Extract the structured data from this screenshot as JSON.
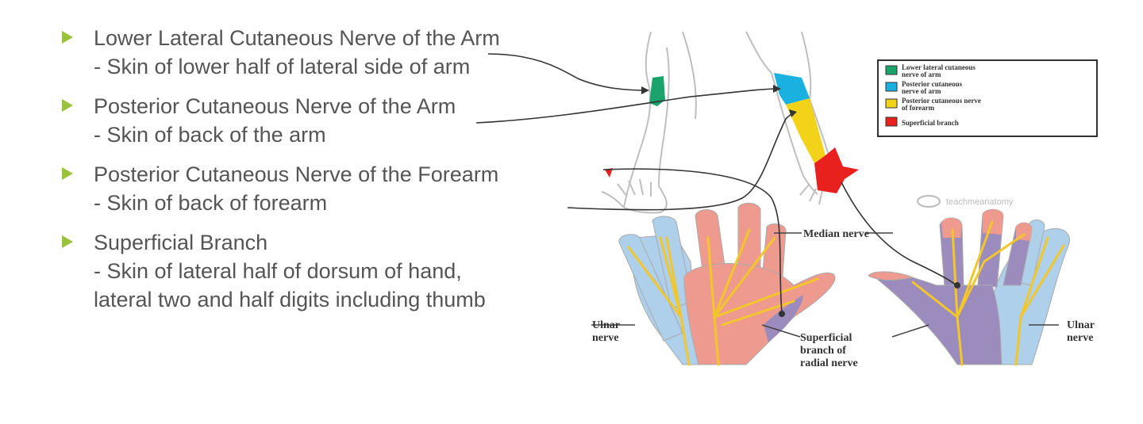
{
  "bullets": [
    {
      "title": "Lower Lateral Cutaneous Nerve of the Arm",
      "sub": [
        "- Skin of lower half of lateral side of arm"
      ]
    },
    {
      "title": "Posterior Cutaneous Nerve of the Arm",
      "sub": [
        "- Skin of back of the arm"
      ]
    },
    {
      "title": "Posterior Cutaneous Nerve of the Forearm",
      "sub": [
        "- Skin of back of forearm"
      ]
    },
    {
      "title": "Superficial Branch",
      "sub": [
        "- Skin of lateral half of dorsum of hand,",
        "lateral two and half  digits including thumb"
      ]
    }
  ],
  "legend": [
    {
      "line1": "Lower lateral cutaneous",
      "line2": "nerve of arm",
      "color": "#1aa36a"
    },
    {
      "line1": "Posterior cutaneous",
      "line2": "nerve of arm",
      "color": "#1ab0e0"
    },
    {
      "line1": "Posterior cutaneous nerve",
      "line2": "of forearm",
      "color": "#f2d31a"
    },
    {
      "line1": "Superficial branch",
      "line2": "",
      "color": "#e8201e"
    }
  ],
  "watermark": "teachmeanatomy",
  "labels": {
    "median_nerve": "Median nerve",
    "ulnar_left": [
      "Ulnar",
      "nerve"
    ],
    "ulnar_right": [
      "Ulnar",
      "nerve"
    ],
    "superficial": [
      "Superficial",
      "branch of",
      "radial nerve"
    ]
  },
  "colors": {
    "bullet_arrow": "#9ac23c",
    "text": "#555555",
    "median_region": "#ee9a8e",
    "ulnar_region": "#aed0ea",
    "radial_region": "#9c8cbd",
    "nerve": "#f3c62a"
  }
}
